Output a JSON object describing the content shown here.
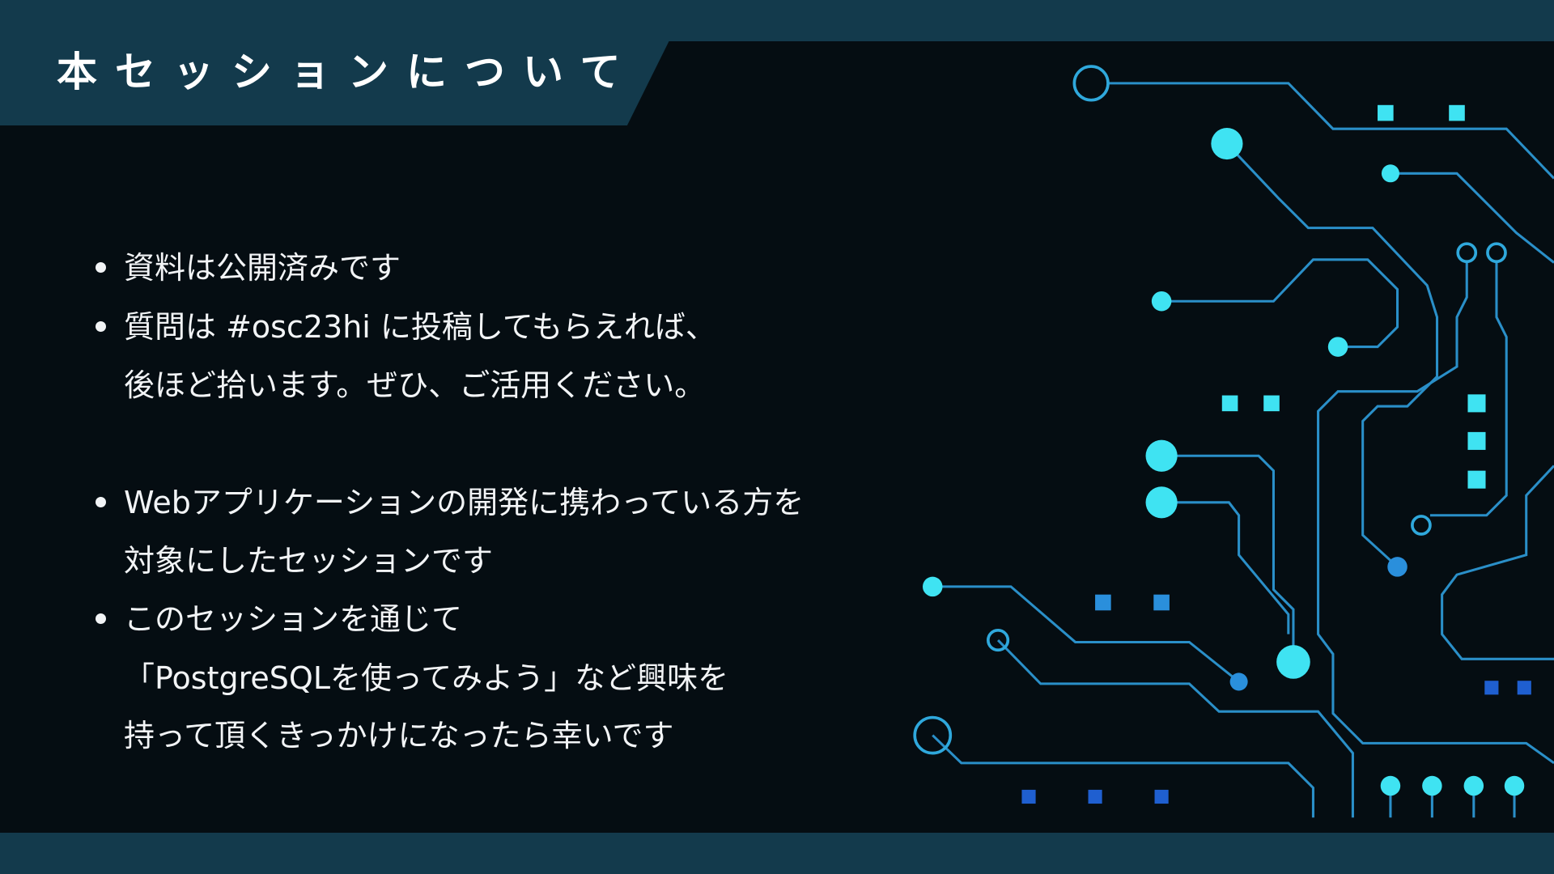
{
  "header": {
    "title": "本セッションについて"
  },
  "bullets": [
    {
      "lines": [
        "資料は公開済みです"
      ]
    },
    {
      "lines": [
        "質問は #osc23hi に投稿してもらえれば、",
        "後ほど拾います。ぜひ、ご活用ください。"
      ]
    },
    {
      "lines": [
        "Webアプリケーションの開発に携わっている方を",
        "対象にしたセッションです"
      ]
    },
    {
      "lines": [
        "このセッションを通じて",
        "「PostgreSQLを使ってみよう」など興味を",
        "持って頂くきっかけになったら幸いです"
      ]
    }
  ],
  "colors": {
    "band": "#133a4c",
    "background": "#050d12",
    "circuit_line": "#2a8fc8",
    "circuit_dot": "#3fe3f2",
    "circuit_square_blue": "#1f5fd0"
  }
}
